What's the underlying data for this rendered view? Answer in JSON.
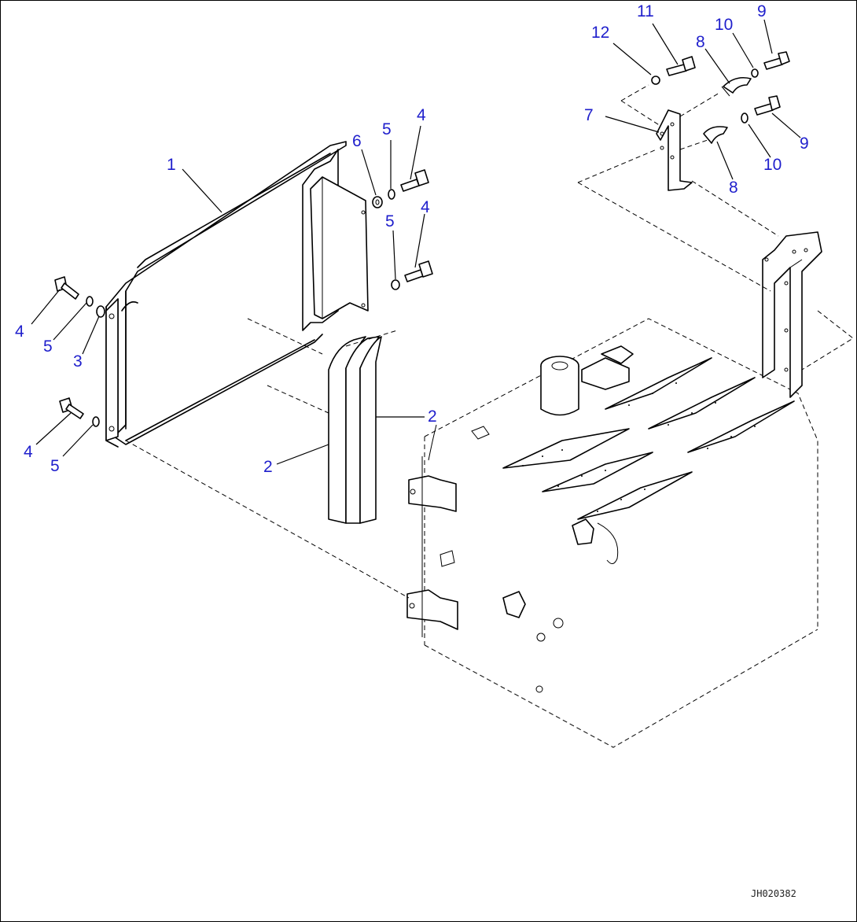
{
  "diagram": {
    "drawing_code": "JH020382",
    "callouts": [
      "1",
      "2",
      "2",
      "3",
      "4",
      "4",
      "4",
      "4",
      "5",
      "5",
      "5",
      "5",
      "6",
      "7",
      "8",
      "8",
      "9",
      "9",
      "10",
      "10",
      "11",
      "12"
    ],
    "label_color": "#1f1fcc"
  }
}
